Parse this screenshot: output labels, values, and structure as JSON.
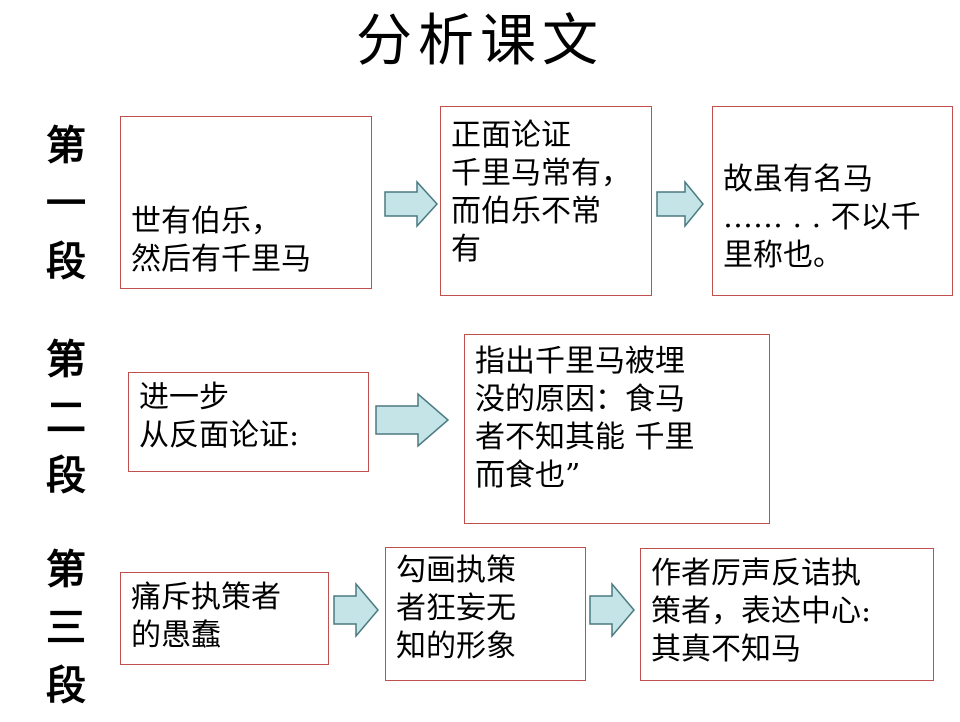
{
  "title": "分析课文",
  "sections": [
    {
      "heading": [
        "第",
        "一",
        "段"
      ],
      "boxes": [
        "世有伯乐，\n然后有千里马",
        "正面论证\n千里马常有，\n而伯乐不常\n有",
        "故虽有名马\n…… . . 不以千\n里称也。"
      ]
    },
    {
      "heading": [
        "第",
        "二",
        "段"
      ],
      "boxes": [
        "进一步\n从反面论证:",
        "指出千里马被埋\n没的原因：食马\n者不知其能  千里\n而食也”"
      ]
    },
    {
      "heading": [
        "第",
        "三",
        "段"
      ],
      "boxes": [
        "痛斥执策者\n的愚蠢",
        "勾画执策\n者狂妄无\n知的形象",
        "作者厉声反诘执\n策者，表达中心:\n其真不知马"
      ]
    }
  ],
  "colors": {
    "box_border": "#c0504d",
    "arrow_fill": "#c5e4e8",
    "arrow_stroke": "#4a7a80"
  }
}
